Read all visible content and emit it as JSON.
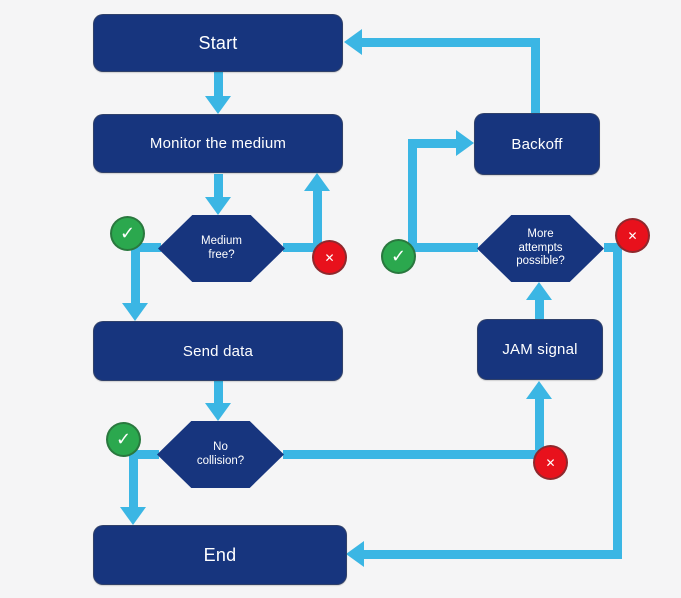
{
  "nodes": {
    "start": {
      "label": "Start"
    },
    "monitor": {
      "label": "Monitor the medium"
    },
    "medium_free": {
      "lines": [
        "Medium",
        "free?"
      ]
    },
    "send": {
      "label": "Send data"
    },
    "no_collision": {
      "lines": [
        "No",
        "collision?"
      ]
    },
    "end": {
      "label": "End"
    },
    "backoff": {
      "label": "Backoff"
    },
    "more_attempts": {
      "lines": [
        "More",
        "attempts",
        "possible?"
      ]
    },
    "jam": {
      "label": "JAM signal"
    }
  },
  "badges": {
    "yes_glyph": "✓",
    "no_glyph": "✕"
  },
  "colors": {
    "node": "#17357e",
    "edge": "#3bb6e4",
    "yes": "#2ba84e",
    "no": "#e8111c",
    "background": "#f5f5f6",
    "label": "#ffffff"
  }
}
